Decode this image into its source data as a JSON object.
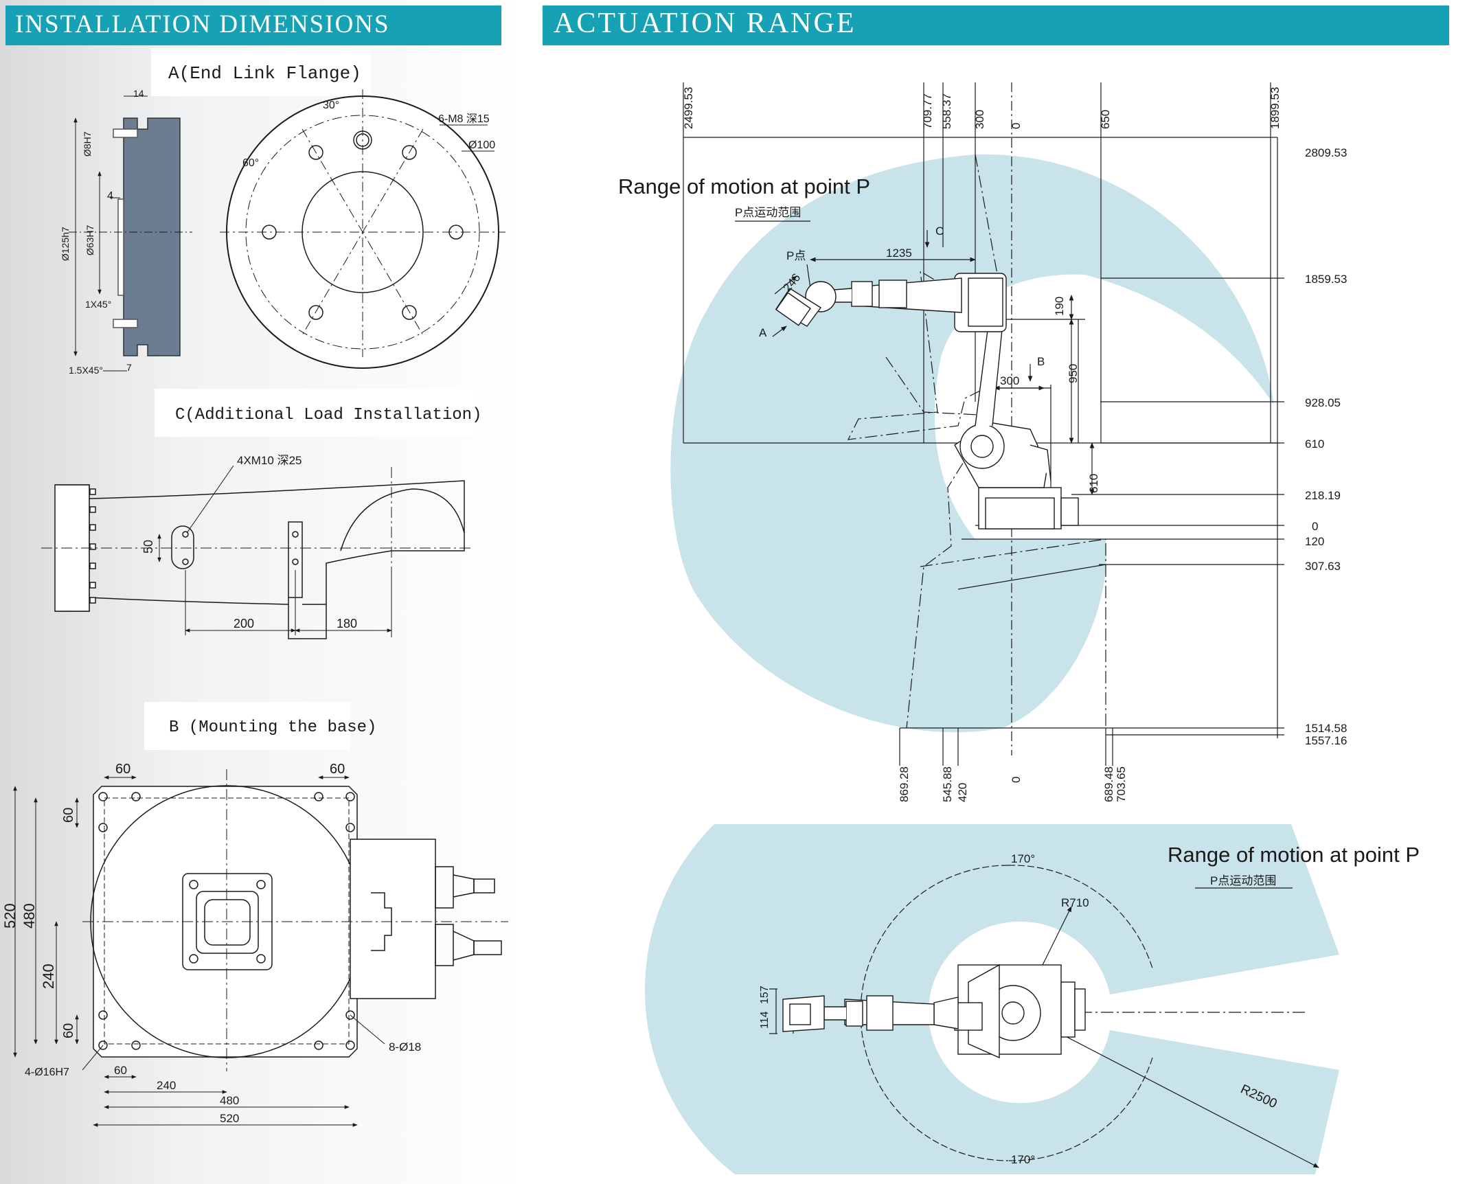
{
  "colors": {
    "header_bg": "#16a2b4",
    "range_fill": "#c9e3ea",
    "flange_fill": "#6c7d92",
    "line": "#1a1a1a"
  },
  "installation": {
    "header": "INSTALLATION DIMENSIONS",
    "flange": {
      "title": "A(End Link Flange)",
      "dims": {
        "d14": "14",
        "d8h7": "Ø8H7",
        "d4": "4",
        "d125": "Ø125h7",
        "d63": "Ø63H7",
        "c1": "1X45°",
        "c15": "1.5X45°",
        "d7": "7",
        "a30": "30°",
        "a60": "60°",
        "holes": "6-M8 深15",
        "d100": "Ø100"
      }
    },
    "load": {
      "title": "C(Additional Load Installation)",
      "dims": {
        "thread": "4XM10 深25",
        "d50": "50",
        "d200": "200",
        "d180": "180"
      }
    },
    "base": {
      "title": "B (Mounting the base)",
      "dims": {
        "top60a": "60",
        "top60b": "60",
        "l520": "520",
        "l480": "480",
        "l60a": "60",
        "l240": "240",
        "l60b": "60",
        "hole18": "8-Ø18",
        "hole16": "4-Ø16H7",
        "b60": "60",
        "b240": "240",
        "b480": "480",
        "b520": "520"
      }
    }
  },
  "actuation": {
    "header": "ACTUATION RANGE",
    "side": {
      "range_title": "Range of motion at point P",
      "range_sub": "P点运动范围",
      "p_label": "P点",
      "top": [
        "2499.53",
        "709.77",
        "558.37",
        "300",
        "0",
        "650",
        "1899.53"
      ],
      "right": [
        "2809.53",
        "1859.53",
        "928.05",
        "610",
        "218.19",
        "0",
        "120",
        "307.63",
        "1514.58",
        "1557.16"
      ],
      "bottom": [
        "869.28",
        "545.88",
        "420",
        "0",
        "689.48",
        "703.65"
      ],
      "inner": {
        "d1235": "1235",
        "d246": "246",
        "d190": "190",
        "d950": "950",
        "d300": "300",
        "d610": "610",
        "c": "C",
        "b": "B",
        "a": "A"
      }
    },
    "top_view": {
      "range_title": "Range of motion at point P",
      "range_sub": "P点运动范围",
      "a_top": "170°",
      "a_bottom": "170°",
      "r710": "R710",
      "r2500": "R2500",
      "d157": "157",
      "d114": "114"
    }
  }
}
